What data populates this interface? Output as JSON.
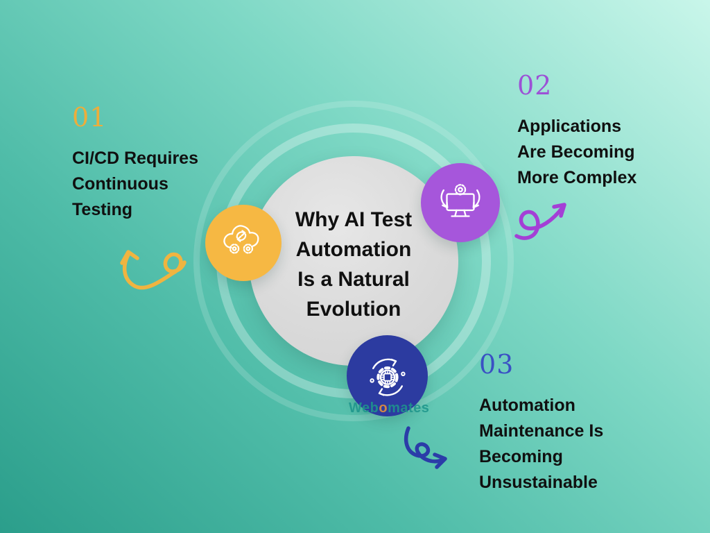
{
  "infographic": {
    "title_lines": [
      "Why AI Test",
      "Automation",
      "Is a Natural",
      "Evolution"
    ],
    "items": [
      {
        "number": "01",
        "heading_lines": [
          "CI/CD Requires",
          "Continuous",
          "Testing"
        ],
        "number_color": "#EDAD3B",
        "circle_color": "#F6B843",
        "arrow_color": "#F0B440",
        "icon": "cicd-cloud-gears-icon"
      },
      {
        "number": "02",
        "heading_lines": [
          "Applications",
          "Are Becoming",
          "More Complex"
        ],
        "number_color": "#9C51D6",
        "circle_color": "#A656DB",
        "arrow_color": "#A43FD6",
        "icon": "monitor-gear-sync-icon"
      },
      {
        "number": "03",
        "heading_lines": [
          "Automation",
          "Maintenance Is",
          "Becoming",
          "Unsustainable"
        ],
        "number_color": "#3A50C4",
        "circle_color": "#2C3BA0",
        "arrow_color": "#2B3CA8",
        "icon": "gear-chip-cycle-icon"
      }
    ],
    "watermark": {
      "prefix": "Web",
      "accent_letter": "o",
      "suffix": "mates"
    },
    "colors": {
      "background_dark": "#2B9E8B",
      "background_light": "#C9F6EA",
      "center_circle": "#DADADA",
      "heading_text": "#101010",
      "watermark_teal": "#1E968C",
      "watermark_orange": "#E8923A"
    }
  }
}
